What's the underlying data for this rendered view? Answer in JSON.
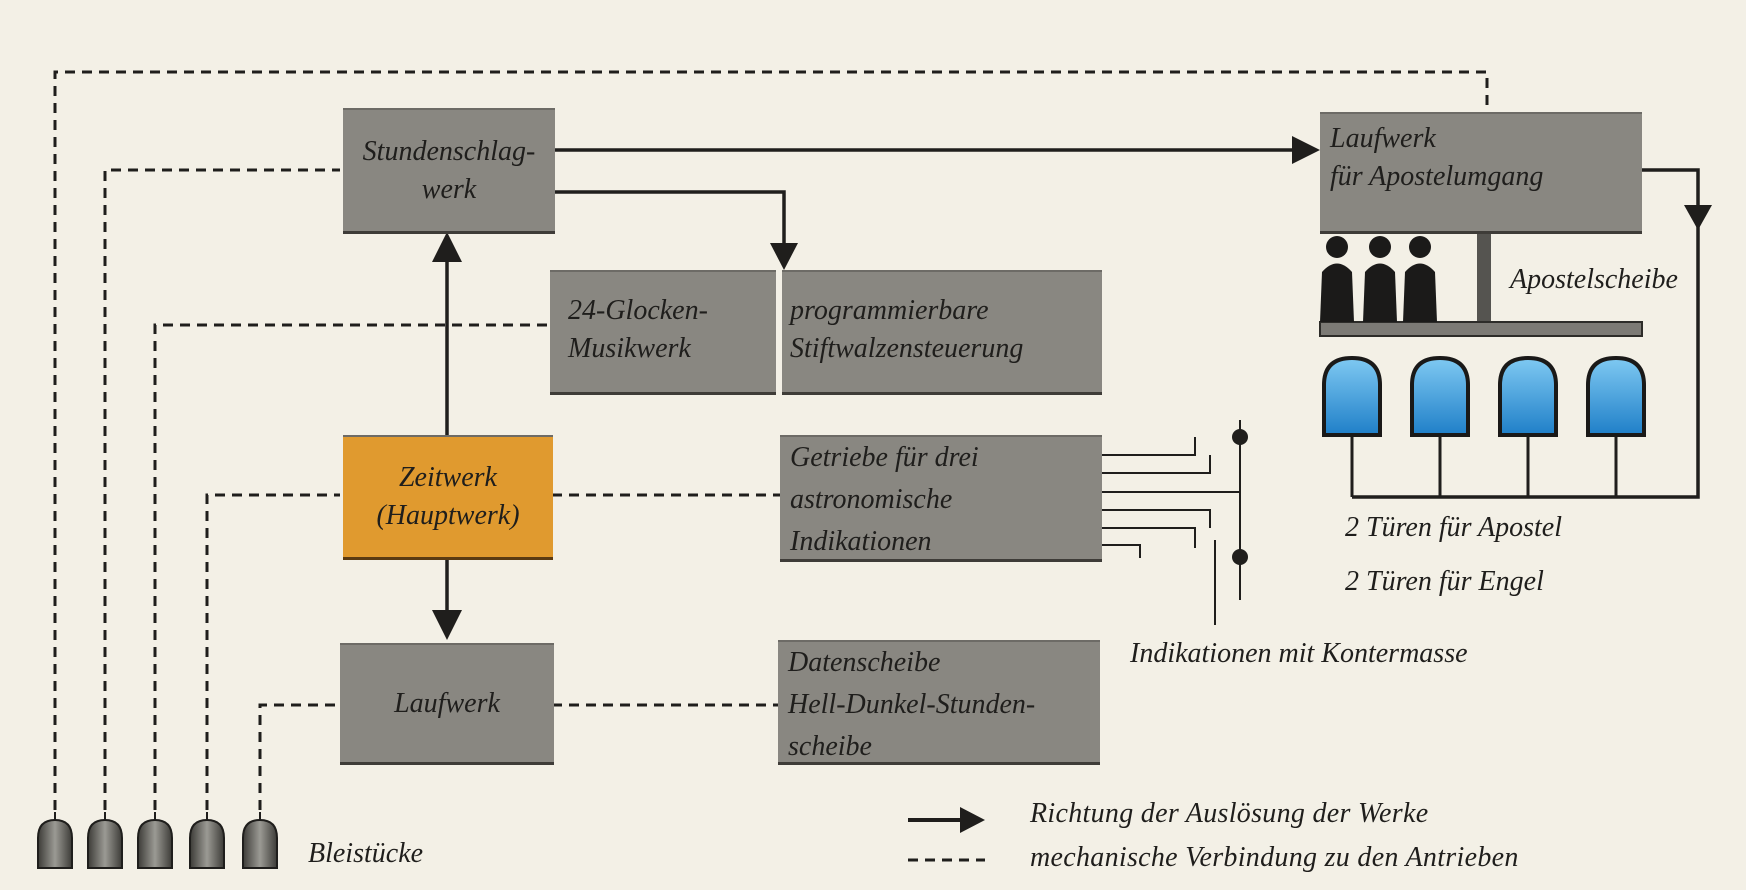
{
  "boxes": {
    "stundenschlagwerk": {
      "label": "Stundenschlag-\nwerk"
    },
    "laufwerk_apostel": {
      "label": "Laufwerk\nfür Apostelumgang"
    },
    "glocken": {
      "label": "24-Glocken-\nMusikwerk"
    },
    "stiftwalze": {
      "label": "programmierbare\nStiftwalzensteuerung"
    },
    "zeitwerk": {
      "label": "Zeitwerk\n(Hauptwerk)"
    },
    "getriebe": {
      "label": "Getriebe für drei\nastronomische\nIndikationen"
    },
    "laufwerk": {
      "label": "Laufwerk"
    },
    "datenscheibe": {
      "label": "Datenscheibe\nHell-Dunkel-Stunden-\nscheibe"
    }
  },
  "labels": {
    "apostelscheibe": "Apostelscheibe",
    "tueren_apostel": "2 Türen für Apostel",
    "tueren_engel": "2 Türen für Engel",
    "indikationen": "Indikationen mit Kontermasse",
    "bleistuecke": "Bleistücke"
  },
  "legend": {
    "arrow": "Richtung der Auslösung der Werke",
    "dashed": "mechanische Verbindung zu den Antrieben"
  },
  "colors": {
    "box_fill": "#898781",
    "main_box_fill": "#e09a2f",
    "door_blue": "#2e90d6",
    "ink": "#1f1e1c"
  }
}
